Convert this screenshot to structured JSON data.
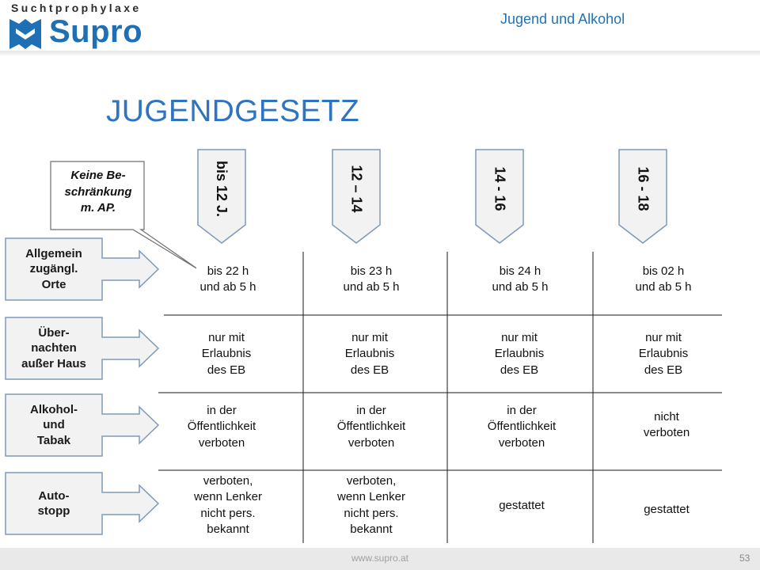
{
  "header": {
    "logo_top": "Suchtprophylaxe",
    "logo_word": "Supro",
    "title": "Jugend und Alkohol"
  },
  "slide": {
    "title": "JUGENDGESETZ",
    "callout": "Keine Be-\nschränkung\nm. AP."
  },
  "columns": [
    "bis 12 J.",
    "12 – 14",
    "14 - 16",
    "16 - 18"
  ],
  "rows": [
    {
      "label": "Allgemein\nzugängl.\nOrte",
      "cells": [
        "bis 22 h\nund ab 5 h",
        "bis 23 h\nund ab 5 h",
        "bis 24 h\nund ab 5 h",
        "bis 02 h\nund ab 5 h"
      ]
    },
    {
      "label": "Über-\nnachten\naußer Haus",
      "cells": [
        "nur mit\nErlaubnis\ndes EB",
        "nur mit\nErlaubnis\ndes EB",
        "nur mit\nErlaubnis\ndes EB",
        "nur mit\nErlaubnis\ndes EB"
      ]
    },
    {
      "label": "Alkohol-\nund\nTabak",
      "cells": [
        "in der\nÖffentlichkeit\nverboten",
        "in der\nÖffentlichkeit\nverboten",
        "in der\nÖffentlichkeit\nverboten",
        "nicht\nverboten"
      ]
    },
    {
      "label": "Auto-\nstopp",
      "cells": [
        "verboten,\nwenn Lenker\nnicht pers.\nbekannt",
        "verboten,\nwenn Lenker\nnicht pers.\nbekannt",
        "gestattet",
        "gestattet"
      ]
    }
  ],
  "footer": {
    "url": "www.supro.at",
    "page": "53"
  },
  "colors": {
    "brand_blue": "#1f6fb5",
    "title_blue": "#2f74c0",
    "arrow_fill": "#f2f2f2",
    "arrow_stroke": "#7f99b8",
    "grid_line": "#1a1a1a"
  }
}
